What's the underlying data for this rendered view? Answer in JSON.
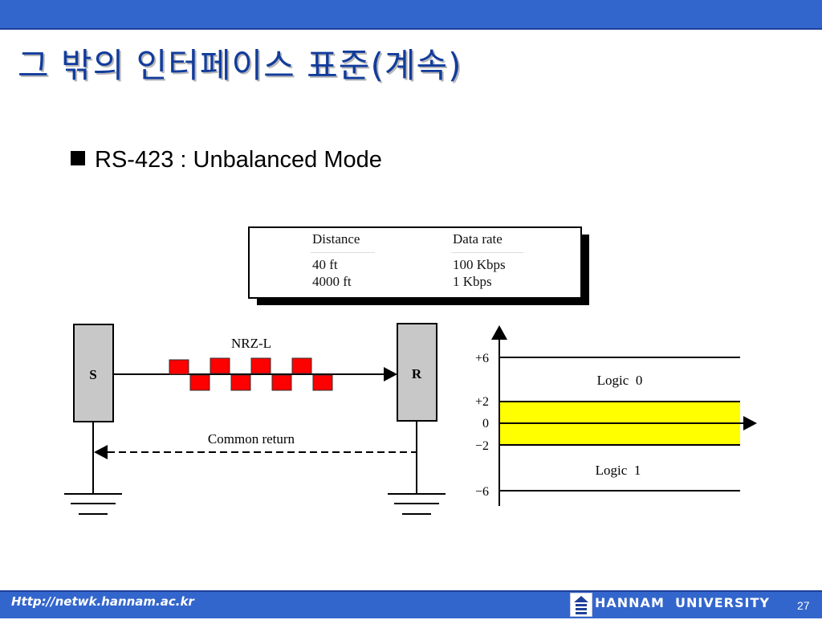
{
  "slide": {
    "title": "그 밖의 인터페이스 표준(계속)",
    "bullet": "RS-423 : Unbalanced Mode"
  },
  "table": {
    "headers": [
      "Distance",
      "Data rate"
    ],
    "rows": [
      [
        "40 ft",
        "100 Kbps"
      ],
      [
        "4000 ft",
        "1 Kbps"
      ]
    ]
  },
  "circuit": {
    "sender_label": "S",
    "receiver_label": "R",
    "signal_label": "NRZ-L",
    "return_label": "Common return",
    "signal_color": "#ff0000"
  },
  "levels": {
    "ticks": [
      "+6",
      "+2",
      "0",
      "−2",
      "−6"
    ],
    "logic0_label": "Logic  0",
    "logic1_label": "Logic  1",
    "band_color": "#ffff00"
  },
  "footer": {
    "url": "Http://netwk.hannam.ac.kr",
    "university": "HANNAM  UNIVERSITY",
    "page": "27"
  },
  "colors": {
    "accent": "#3366cc",
    "title": "#123c9c"
  }
}
